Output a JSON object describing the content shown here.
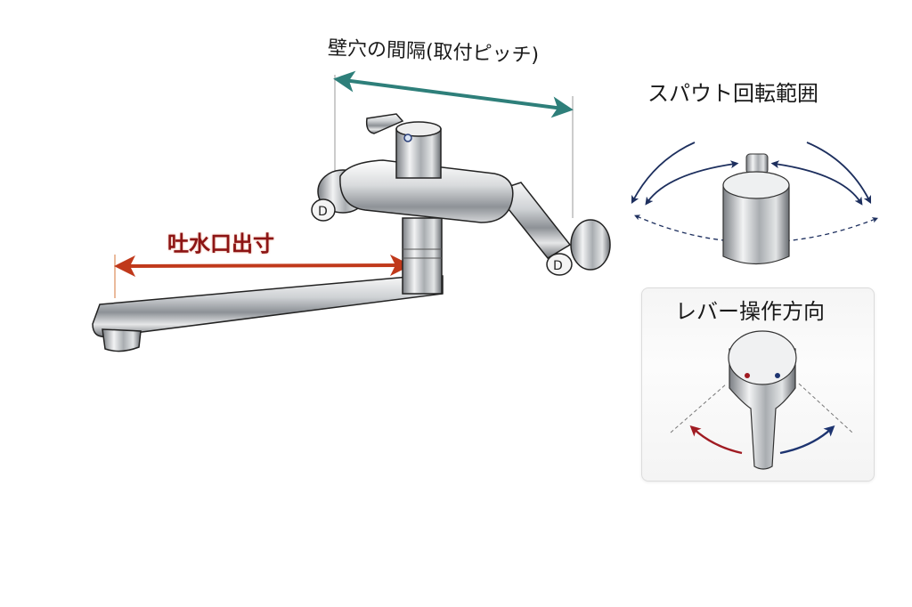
{
  "diagram": {
    "subject": "wall-mounted single-lever mixing faucet",
    "labels": {
      "mounting_pitch": "壁穴の間隔(取付ピッチ)",
      "spout_reach": "吐水口出寸",
      "spout_rotation_range": "スパウト回転範囲",
      "lever_operation_direction": "レバー操作方向"
    },
    "colors": {
      "pitch_arrow": "#2e7f7a",
      "reach_arrow": "#c0391b",
      "reach_text": "#8c1414",
      "rotation_arrows": "#1d2f5e",
      "hot_arrow": "#a01b22",
      "cold_arrow": "#1d3470",
      "card_border": "#dcdcdc"
    },
    "insets": [
      {
        "id": "spout-rotation",
        "title_ref": "labels.spout_rotation_range"
      },
      {
        "id": "lever-operation",
        "title_ref": "labels.lever_operation_direction"
      }
    ]
  }
}
